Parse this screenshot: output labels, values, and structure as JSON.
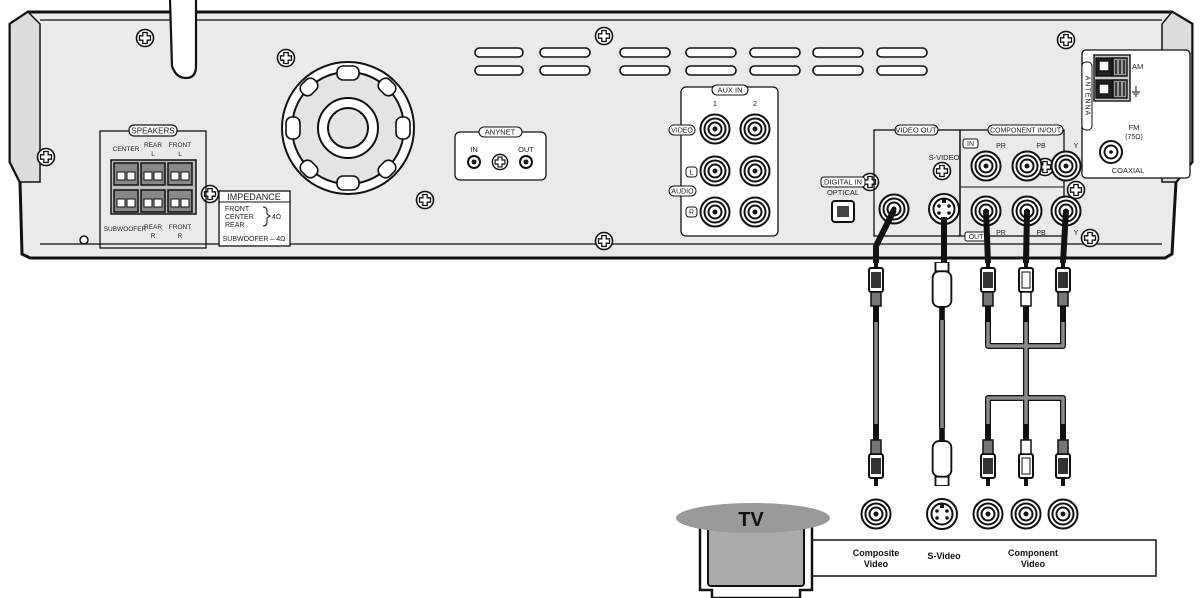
{
  "panel": {
    "speakers": {
      "title": "SPEAKERS",
      "center": "CENTER",
      "rear_l_1": "REAR",
      "rear_l_2": "L",
      "front_l_1": "FRONT",
      "front_l_2": "L",
      "subwoofer": "SUBWOOFER",
      "rear_r_1": "REAR",
      "rear_r_2": "R",
      "front_r_1": "FRONT",
      "front_r_2": "R"
    },
    "impedance": {
      "title": "IMPEDANCE",
      "line1": "FRONT",
      "line2": "CENTER",
      "line3": "REAR",
      "value1": "4Ω",
      "subwoofer": "SUBWOOFER – 4Ω"
    },
    "anynet": {
      "title": "ANYNET",
      "in": "IN",
      "out": "OUT"
    },
    "aux_in": {
      "title": "AUX IN",
      "ch1": "1",
      "ch2": "2",
      "video": "VIDEO",
      "l": "L",
      "audio": "AUDIO",
      "r": "R"
    },
    "digital_in": {
      "title": "DIGITAL IN",
      "optical": "OPTICAL"
    },
    "video_out": {
      "title": "VIDEO OUT",
      "svideo": "S-VIDEO"
    },
    "component": {
      "title": "COMPONENT IN/OUT",
      "in": "IN",
      "out": "OUT",
      "pr": "PR",
      "pb": "PB",
      "y": "Y"
    },
    "antenna": {
      "vertical": "ANTENNA",
      "am": "AM",
      "fm": "FM",
      "fm_ohm": "(75Ω)",
      "coaxial": "COAXIAL"
    }
  },
  "tv": {
    "label": "TV",
    "composite_1": "Composite",
    "composite_2": "Video",
    "svideo": "S-Video",
    "component_1": "Component",
    "component_2": "Video"
  }
}
